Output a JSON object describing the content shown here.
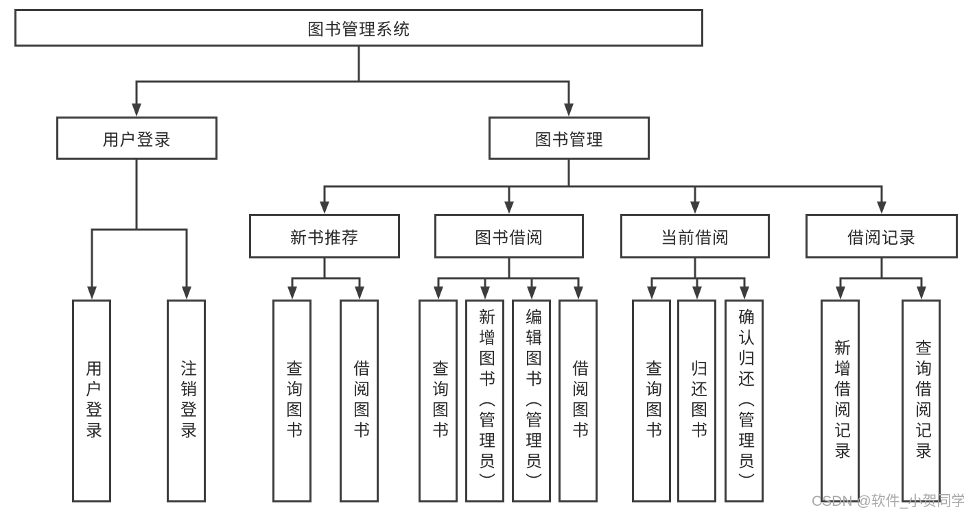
{
  "colors": {
    "line": "#3d3d3d",
    "text": "#2a2a2a",
    "watermark": "#a8a8a8",
    "bg": "#ffffff"
  },
  "tree": {
    "root": {
      "label": "图书管理系统"
    },
    "branches": [
      {
        "label": "用户登录",
        "children": [
          {
            "label": "用户登录"
          },
          {
            "label": "注销登录"
          }
        ]
      },
      {
        "label": "图书管理",
        "children": [
          {
            "label": "新书推荐",
            "children": [
              {
                "label": "查询图书"
              },
              {
                "label": "借阅图书"
              }
            ]
          },
          {
            "label": "图书借阅",
            "children": [
              {
                "label": "查询图书"
              },
              {
                "label": "新增图书（管理员）"
              },
              {
                "label": "编辑图书（管理员）"
              },
              {
                "label": "借阅图书"
              }
            ]
          },
          {
            "label": "当前借阅",
            "children": [
              {
                "label": "查询图书"
              },
              {
                "label": "归还图书"
              },
              {
                "label": "确认归还（管理员）"
              }
            ]
          },
          {
            "label": "借阅记录",
            "children": [
              {
                "label": "新增借阅记录"
              },
              {
                "label": "查询借阅记录"
              }
            ]
          }
        ]
      }
    ]
  },
  "watermark": {
    "text": "CSDN @软件_小贺同学"
  }
}
